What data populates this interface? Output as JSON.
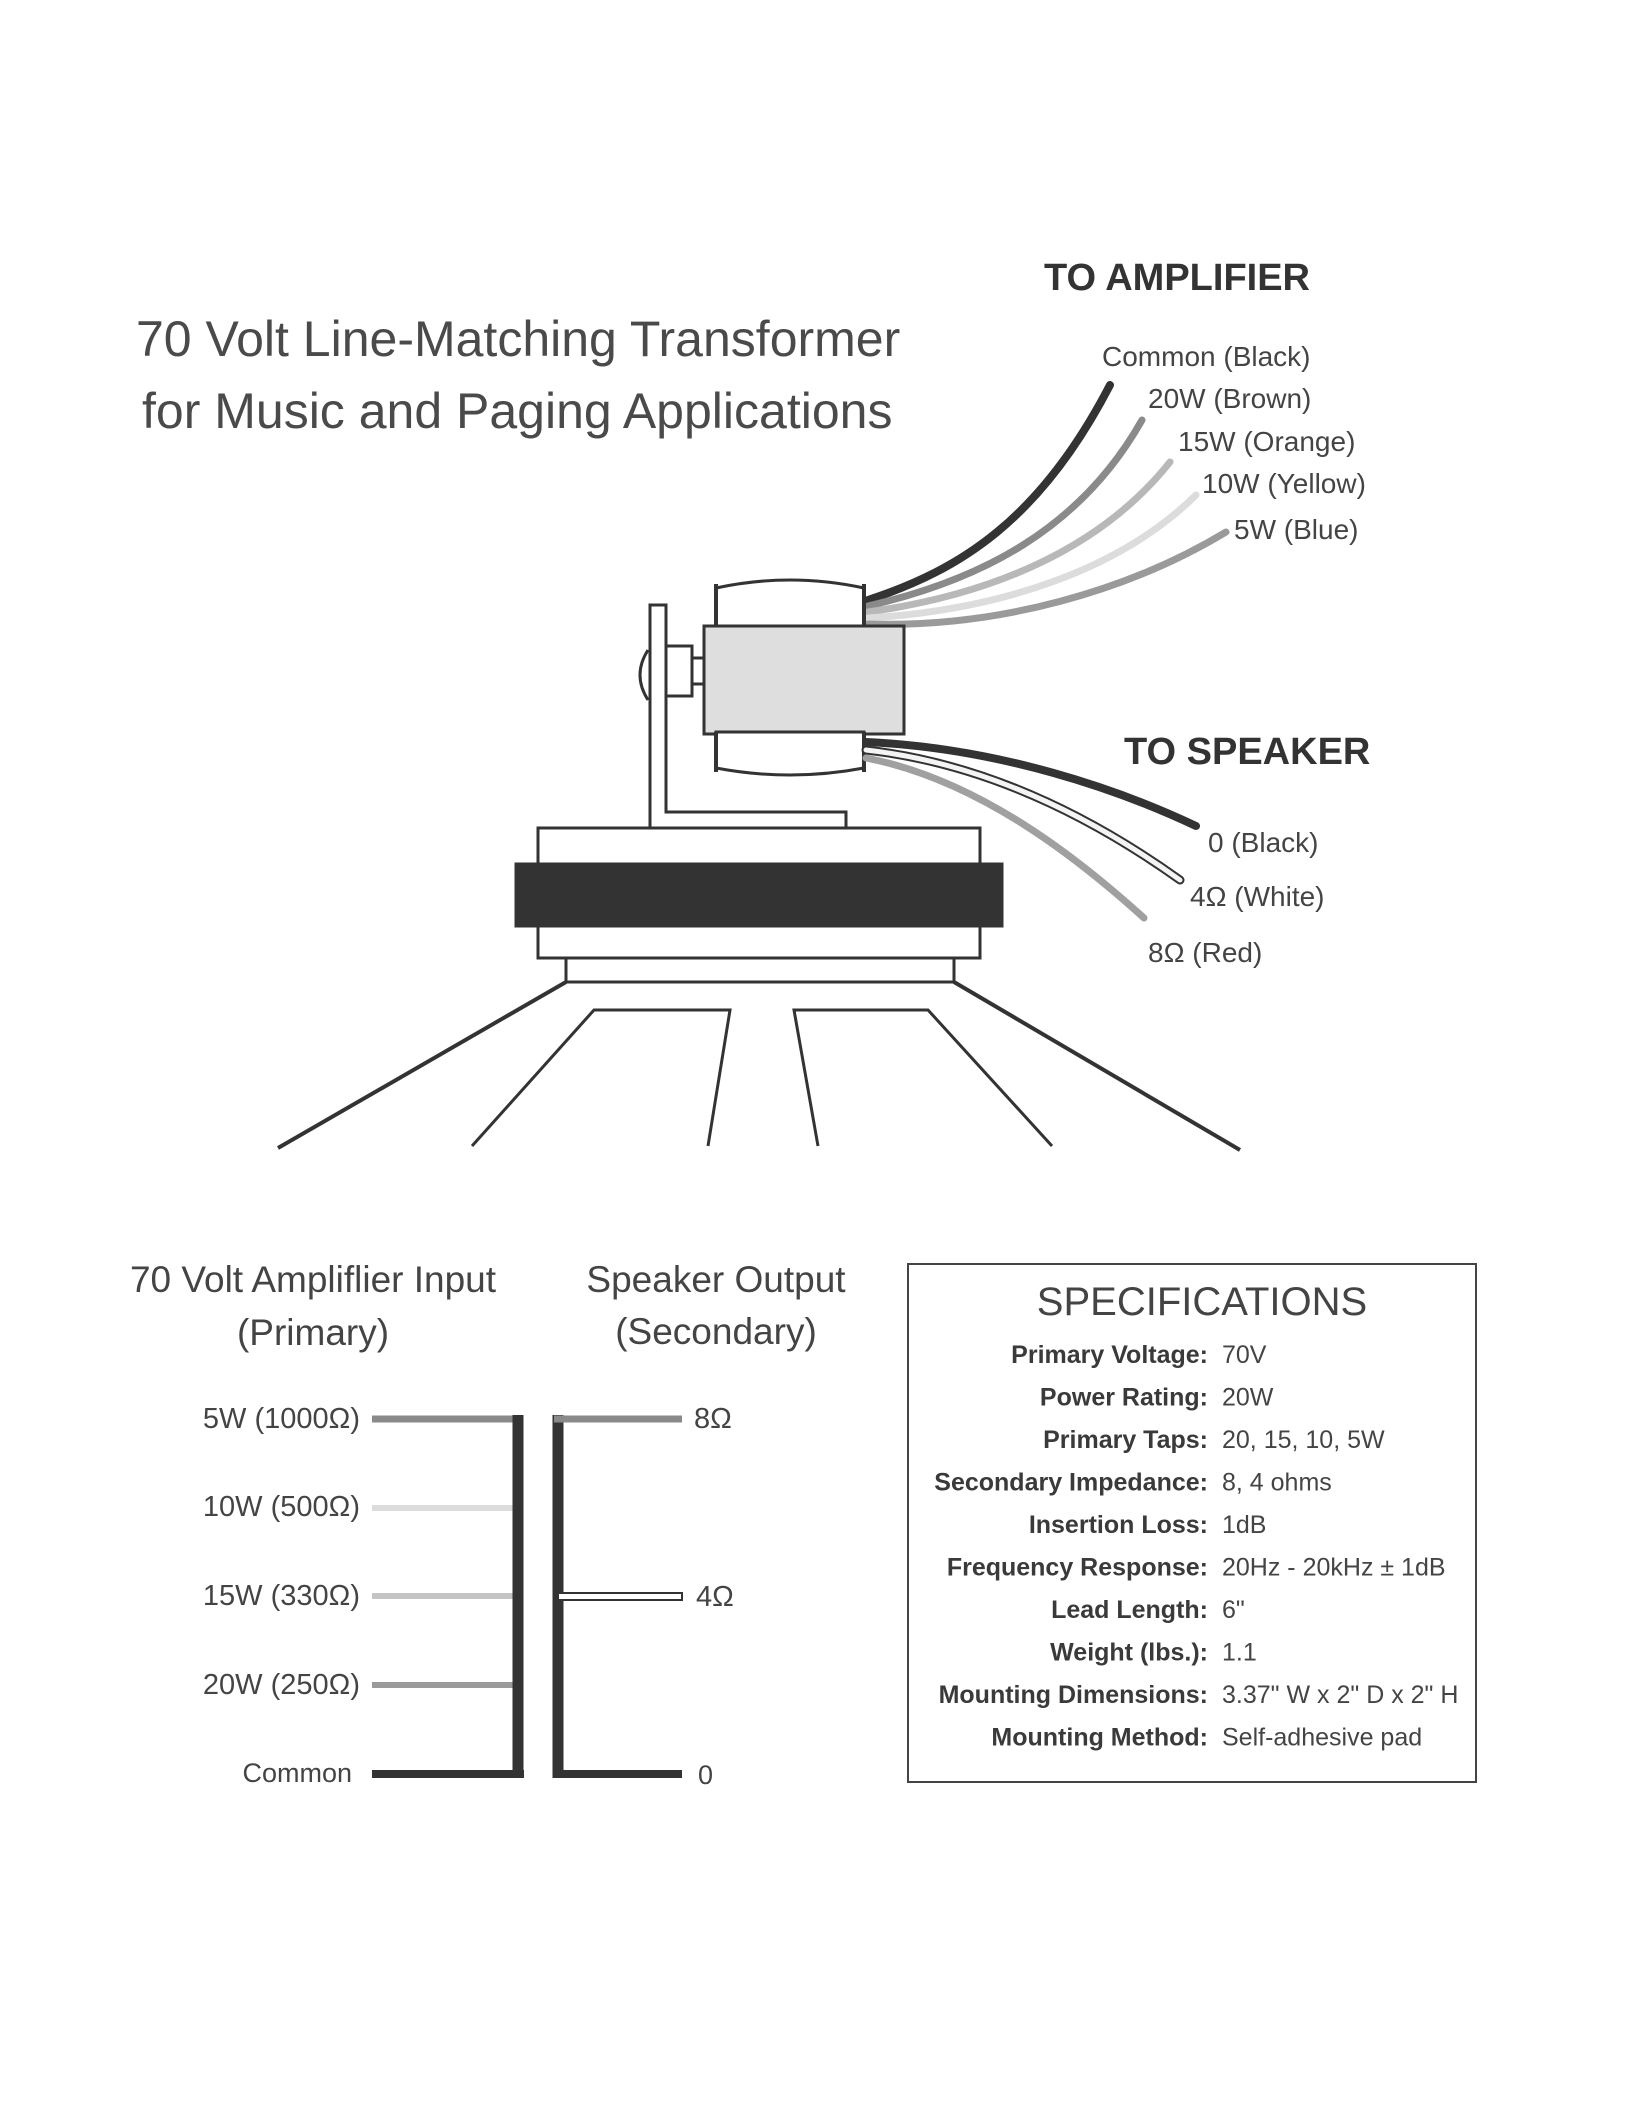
{
  "title": {
    "line1": "70 Volt Line-Matching Transformer",
    "line2": "for Music and Paging Applications"
  },
  "amplifier": {
    "heading": "TO AMPLIFIER",
    "leads": [
      "Common (Black)",
      "20W (Brown)",
      "15W (Orange)",
      "10W (Yellow)",
      "5W (Blue)"
    ],
    "colors": [
      "#333333",
      "#8a8a8a",
      "#b8b8b8",
      "#dcdcdc",
      "#9a9a9a"
    ]
  },
  "speaker": {
    "heading": "TO SPEAKER",
    "leads": [
      "0 (Black)",
      "4Ω (White)",
      "8Ω (Red)"
    ],
    "colors": [
      "#333333",
      "#f4f4f4",
      "#a0a0a0"
    ]
  },
  "schematic": {
    "primary_heading_1": "70 Volt Ampliflier Input",
    "primary_heading_2": "(Primary)",
    "secondary_heading_1": "Speaker Output",
    "secondary_heading_2": "(Secondary)",
    "primary_taps": [
      "5W (1000Ω)",
      "10W (500Ω)",
      "15W (330Ω)",
      "20W (250Ω)",
      "Common"
    ],
    "secondary_taps": [
      "8Ω",
      "4Ω",
      "0"
    ]
  },
  "specifications": {
    "title": "SPECIFICATIONS",
    "rows": [
      {
        "label": "Primary Voltage:",
        "value": "70V"
      },
      {
        "label": "Power Rating:",
        "value": "20W"
      },
      {
        "label": "Primary Taps:",
        "value": "20, 15, 10, 5W"
      },
      {
        "label": "Secondary Impedance:",
        "value": "8, 4 ohms"
      },
      {
        "label": "Insertion Loss:",
        "value": "1dB"
      },
      {
        "label": "Frequency Response:",
        "value": "20Hz - 20kHz ± 1dB"
      },
      {
        "label": "Lead Length:",
        "value": "6\""
      },
      {
        "label": "Weight (lbs.):",
        "value": "1.1"
      },
      {
        "label": "Mounting Dimensions:",
        "value": "3.37\" W x 2\" D x 2\" H"
      },
      {
        "label": "Mounting Method:",
        "value": "Self-adhesive pad"
      }
    ]
  }
}
